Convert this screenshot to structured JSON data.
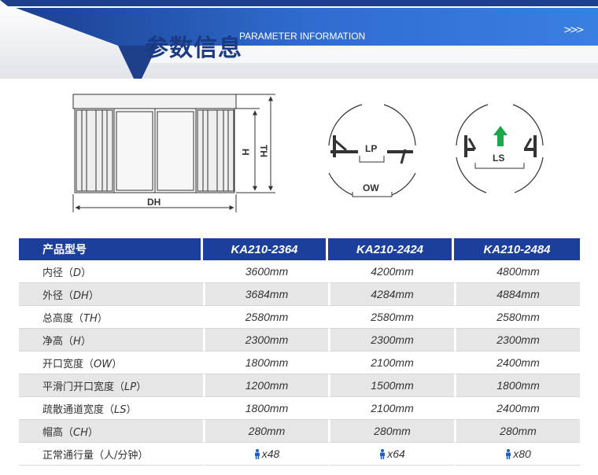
{
  "banner": {
    "title": "参数信息",
    "subtitle": "PARAMETER INFORMATION",
    "arrows": ">>>"
  },
  "diagram_labels": {
    "h": "H",
    "th": "TH",
    "dh": "DH",
    "lp": "LP",
    "ow": "OW",
    "ls": "LS"
  },
  "colors": {
    "banner_blue": "#2b63c4",
    "header_blue": "#1d3f9c",
    "exit_arrow": "#1aa84a",
    "person_icon": "#1d5fc4",
    "row_gray": "#e6e6e6"
  },
  "table": {
    "header": [
      "产品型号",
      "KA210-2364",
      "KA210-2424",
      "KA210-2484"
    ],
    "rows": [
      {
        "label": "内径",
        "code": "D",
        "values": [
          "3600mm",
          "4200mm",
          "4800mm"
        ]
      },
      {
        "label": "外径",
        "code": "DH",
        "values": [
          "3684mm",
          "4284mm",
          "4884mm"
        ]
      },
      {
        "label": "总高度",
        "code": "TH",
        "values": [
          "2580mm",
          "2580mm",
          "2580mm"
        ]
      },
      {
        "label": "净高",
        "code": "H",
        "values": [
          "2300mm",
          "2300mm",
          "2300mm"
        ]
      },
      {
        "label": "开口宽度",
        "code": "OW",
        "values": [
          "1800mm",
          "2100mm",
          "2400mm"
        ]
      },
      {
        "label": "平滑门开口宽度",
        "code": "LP",
        "values": [
          "1200mm",
          "1500mm",
          "1800mm"
        ]
      },
      {
        "label": "疏散通道宽度",
        "code": "LS",
        "values": [
          "1800mm",
          "2100mm",
          "2400mm"
        ]
      },
      {
        "label": "帽高",
        "code": "CH",
        "values": [
          "280mm",
          "280mm",
          "280mm"
        ]
      }
    ],
    "flow_row": {
      "label": "正常通行量（人/分钟）",
      "icon": "person-icon",
      "values": [
        "x48",
        "x64",
        "x80"
      ]
    }
  }
}
